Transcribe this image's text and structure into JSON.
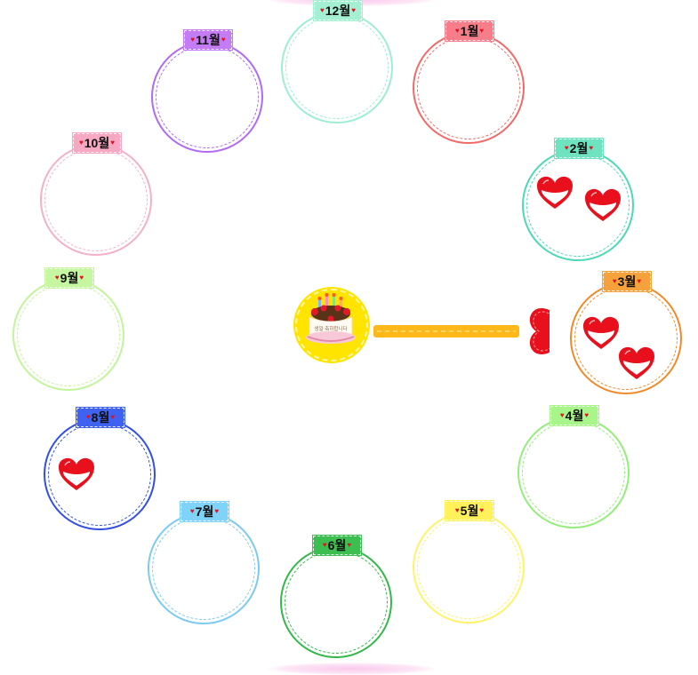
{
  "months": [
    {
      "label": "1월",
      "color": "#f06a6a",
      "tag": "#f77d8a",
      "hearts": 0
    },
    {
      "label": "2월",
      "color": "#4fd8b4",
      "tag": "#6fe3bf",
      "hearts": 2
    },
    {
      "label": "3월",
      "color": "#f08a2a",
      "tag": "#f5a23c",
      "hearts": 2
    },
    {
      "label": "4월",
      "color": "#94ee7a",
      "tag": "#a8f58a",
      "hearts": 0
    },
    {
      "label": "5월",
      "color": "#fff36a",
      "tag": "#fff15a",
      "hearts": 0
    },
    {
      "label": "6월",
      "color": "#35b84a",
      "tag": "#3cbf50",
      "hearts": 0
    },
    {
      "label": "7월",
      "color": "#7ccaf2",
      "tag": "#7fd2f8",
      "hearts": 0
    },
    {
      "label": "8월",
      "color": "#3150e0",
      "tag": "#3f62f0",
      "hearts": 1
    },
    {
      "label": "9월",
      "color": "#c2f59a",
      "tag": "#c6f7a0",
      "hearts": 0
    },
    {
      "label": "10월",
      "color": "#f5b0c8",
      "tag": "#f7a8c2",
      "hearts": 0
    },
    {
      "label": "11월",
      "color": "#b26af0",
      "tag": "#c47cf5",
      "hearts": 0
    },
    {
      "label": "12월",
      "color": "#9deed4",
      "tag": "#a3f0d3",
      "hearts": 0
    }
  ],
  "icons": {
    "center": "birthday-cake-icon",
    "arrow": "heart-arrow-icon",
    "heart": "heart-icon"
  },
  "colors": {
    "heart_red": "#e8101c",
    "arrow_yellow": "#ffb81a",
    "cake_bg": "#ffe400"
  }
}
